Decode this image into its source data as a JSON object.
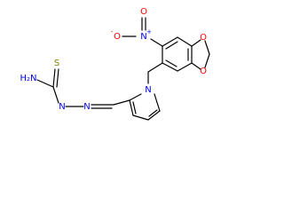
{
  "colors": {
    "bond": "#000000",
    "carbon_text": "#000000",
    "nitrogen": "#0000ff",
    "oxygen": "#ff0000",
    "sulfur": "#808000"
  },
  "atoms": {
    "nitro_n": "N",
    "nitro_plus": "+",
    "nitro_o_minus": "O",
    "minus": "-",
    "nitro_o_double": "O",
    "dioxole_o_top": "O",
    "dioxole_o_bottom": "O",
    "pyrrole_n": "N",
    "hydrazone_n1": "N",
    "hydrazone_n2": "N",
    "amine_h2n": "H₂N",
    "thione_s": "S"
  }
}
